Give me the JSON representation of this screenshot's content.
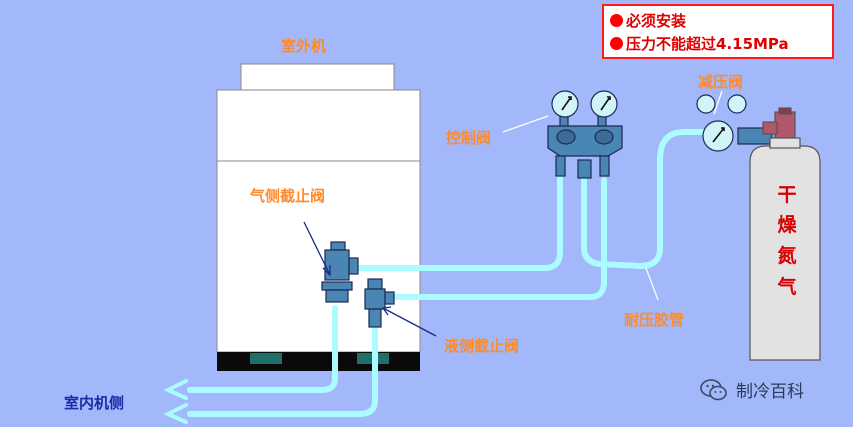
{
  "labels": {
    "outdoor_unit": "室外机",
    "gas_valve": "气侧截止阀",
    "liquid_valve": "液侧截止阀",
    "control_valve": "控制阀",
    "pressure_reducer": "减压阀",
    "hose": "耐压胶管",
    "indoor_side": "室内机侧"
  },
  "notice": {
    "line1": "必须安装",
    "line2": "压力不能超过4.15MPa"
  },
  "cylinder_text": [
    "干",
    "燥",
    "氮",
    "气"
  ],
  "watermark": "制冷百科",
  "colors": {
    "background": "#a2b8fb",
    "pipe": "#aafcff",
    "label_orange": "#ff8a2a",
    "notice_red": "#ff0000",
    "cylinder_text_red": "#d80000",
    "indoor_label_blue": "#1a2aa8",
    "valve_blue": "#4a86b4",
    "cylinder_fill": "#e2e2e2",
    "cylinder_top": "#b0586a"
  },
  "icons": {
    "notice_bullet": "red-dot-icon",
    "watermark_logo": "wechat-icon"
  }
}
